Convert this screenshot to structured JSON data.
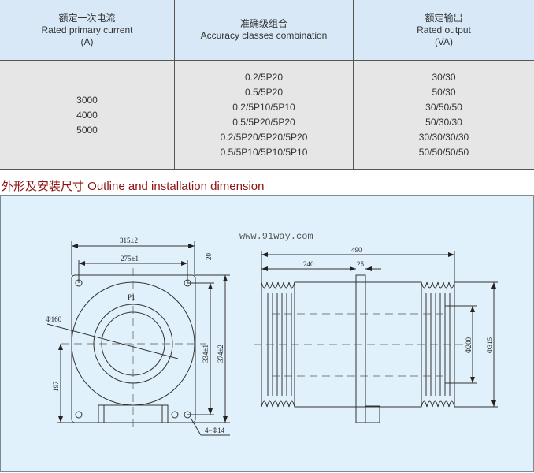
{
  "table": {
    "headers": [
      {
        "cn": "额定一次电流",
        "en": "Rated primary current",
        "unit": "(A)"
      },
      {
        "cn": "准确级组合",
        "en": "Accuracy classes combination",
        "unit": ""
      },
      {
        "cn": "额定输出",
        "en": "Rated output",
        "unit": "(VA)"
      }
    ],
    "currents": [
      "3000",
      "4000",
      "5000"
    ],
    "accuracy": [
      "0.2/5P20",
      "0.5/5P20",
      "0.2/5P10/5P10",
      "0.5/5P20/5P20",
      "0.2/5P20/5P20/5P20",
      "0.5/5P10/5P10/5P10"
    ],
    "outputs": [
      "30/30",
      "50/30",
      "30/50/50",
      "50/30/30",
      "30/30/30/30",
      "50/50/50/50"
    ]
  },
  "section_title": "外形及安装尺寸 Outline and installation dimension",
  "drawing": {
    "watermark": "www.91way.com",
    "front": {
      "width": "315±2",
      "hole_spacing": "275±1",
      "top_offset": "20",
      "diameter": "Φ160",
      "marking": "P1",
      "height_holes": "334±1",
      "height": "374±2",
      "center_height": "197",
      "holes": "4−Φ14"
    },
    "side": {
      "length": "490",
      "half": "240",
      "flange": "25",
      "inner_dia": "Φ200",
      "outer_dia": "Φ315"
    }
  }
}
